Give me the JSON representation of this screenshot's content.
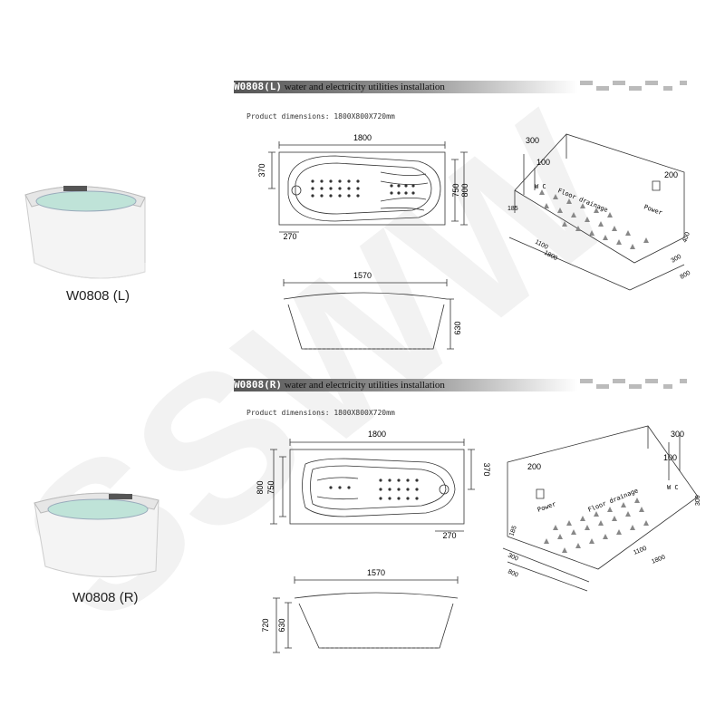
{
  "watermark": "SSWW",
  "sections": [
    {
      "id": "left",
      "title_code": "W0808(L)",
      "title_text": "water and electricity utilities installation",
      "product_dimensions": "Product dimensions: 1800X800X720mm",
      "photo_label": "W0808 (L)",
      "top_view": {
        "width": "1800",
        "height": "800",
        "inner_height": "750",
        "drain_offset": "370",
        "drain_x": "270"
      },
      "side_view": {
        "width": "1570",
        "height": "630"
      },
      "iso_view": {
        "h1": "300",
        "h2": "100",
        "power_h": "200",
        "wc": "W C",
        "power": "Power",
        "floor_drainage": "Floor drainage",
        "d_185": "185",
        "d_1100": "1100",
        "d_1800": "1800",
        "d_400": "400",
        "d_300": "300",
        "d_800": "800"
      }
    },
    {
      "id": "right",
      "title_code": "W0808(R)",
      "title_text": "water and electricity utilities installation",
      "product_dimensions": "Product dimensions: 1800X800X720mm",
      "photo_label": "W0808 (R)",
      "top_view": {
        "width": "1800",
        "height": "800",
        "inner_height": "750",
        "drain_offset": "370",
        "drain_x": "270"
      },
      "side_view": {
        "width": "1570",
        "height": "630",
        "total_height": "720"
      },
      "iso_view": {
        "h1": "300",
        "h2": "100",
        "power_h": "200",
        "wc": "W C",
        "power": "Power",
        "floor_drainage": "Floor drainage",
        "d_300a": "300",
        "d_185": "185",
        "d_1100": "1100",
        "d_1800": "1800",
        "d_300": "300",
        "d_800": "800"
      }
    }
  ]
}
